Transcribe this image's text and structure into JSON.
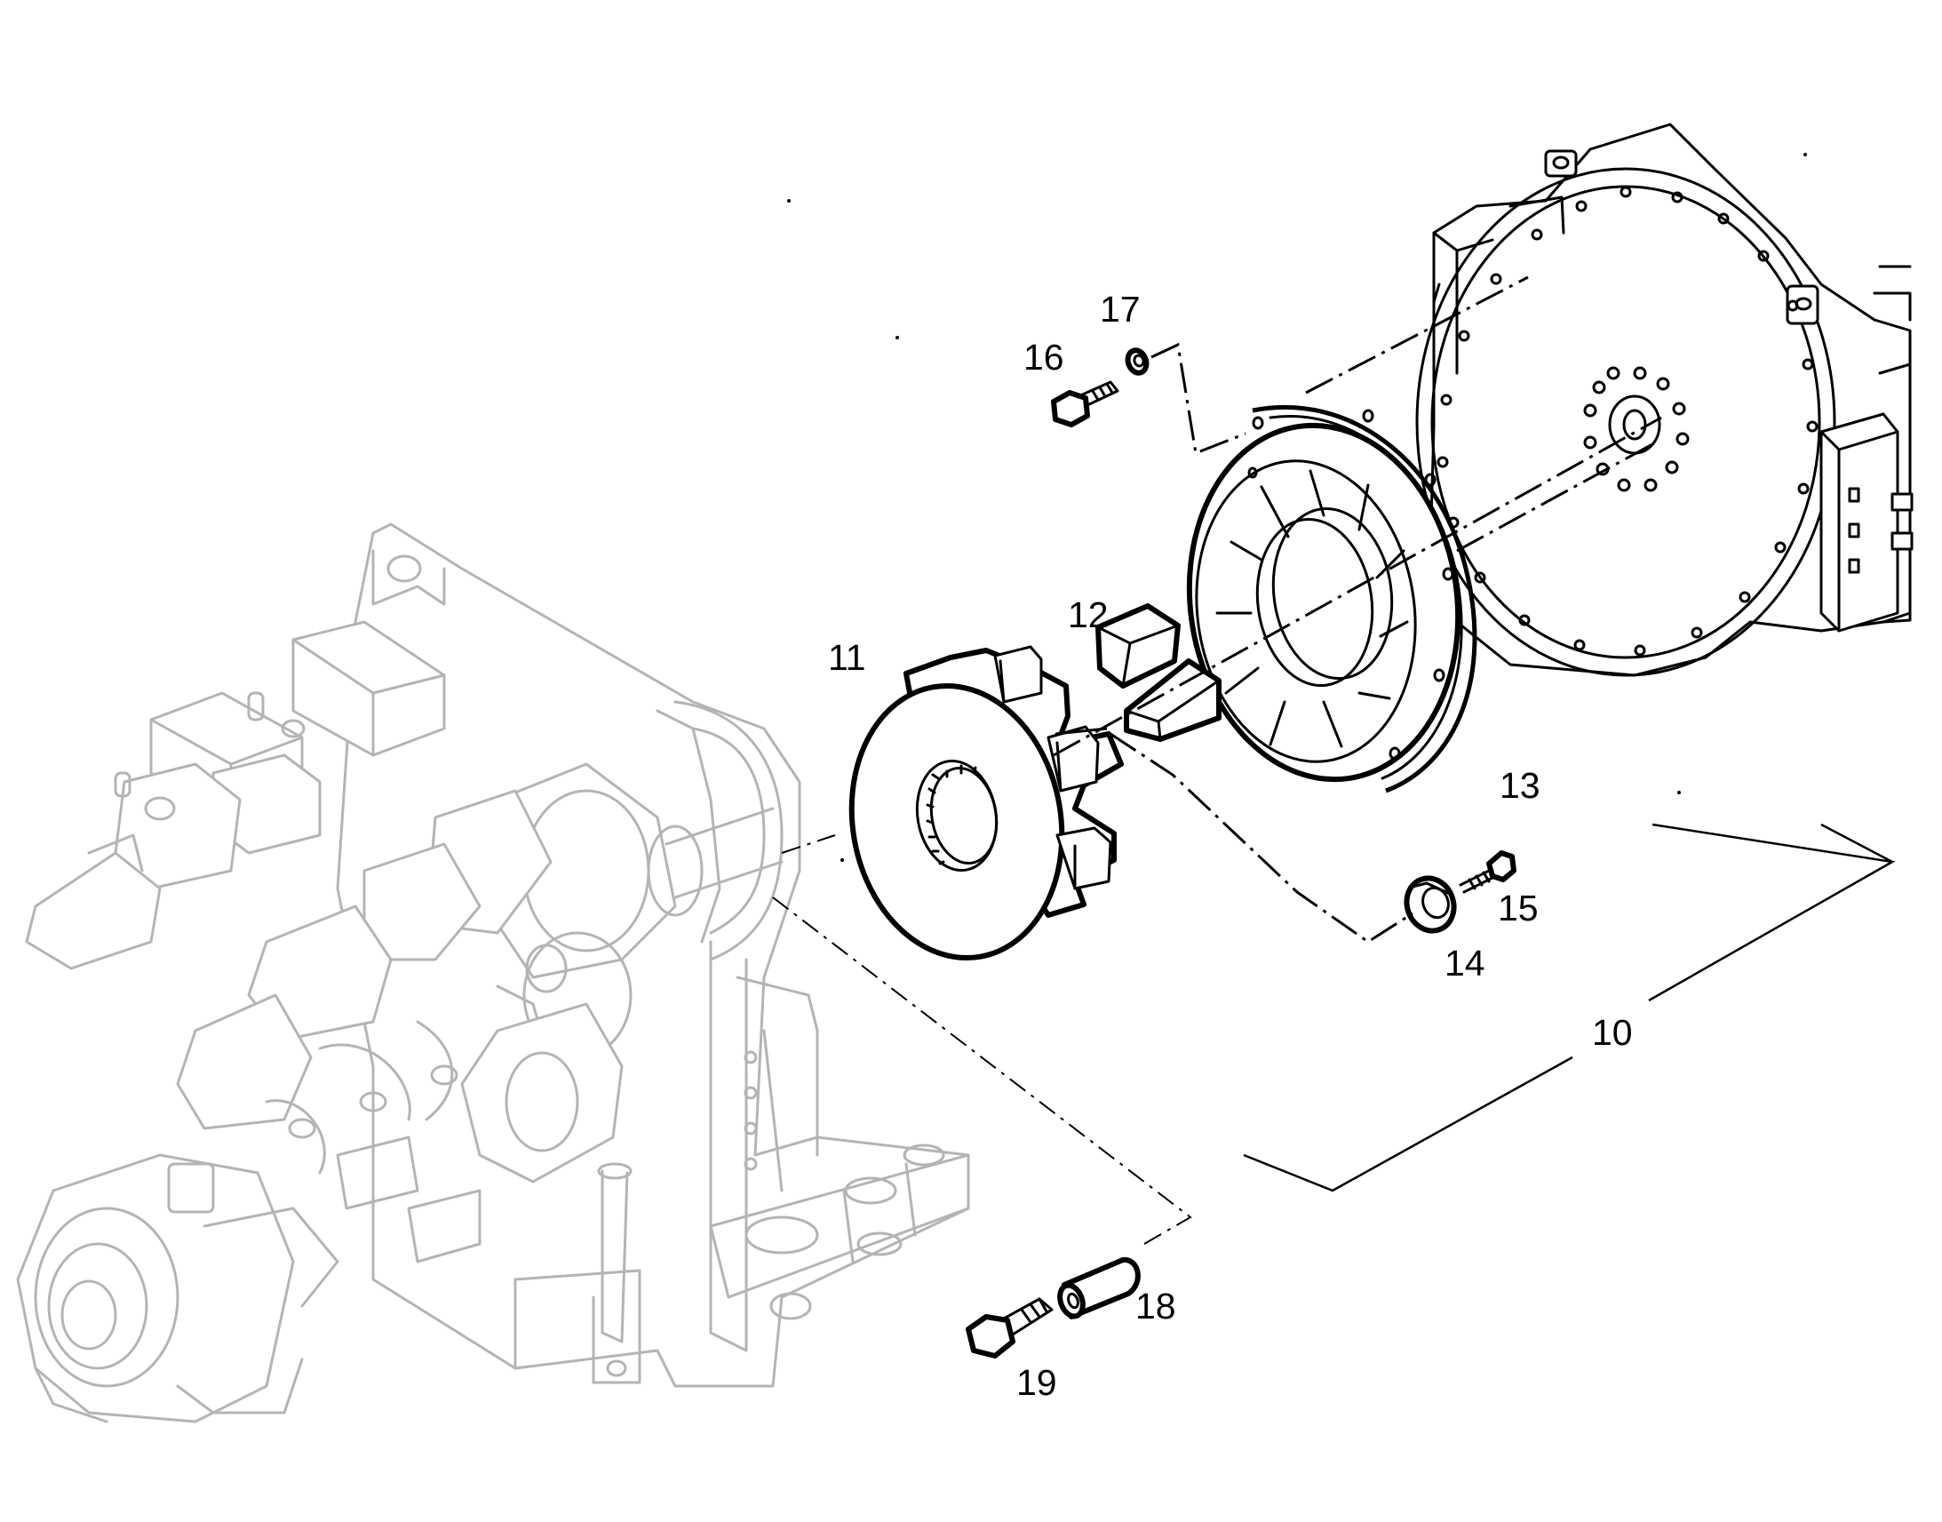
{
  "labels": {
    "p10": "10",
    "p11": "11",
    "p12": "12",
    "p13": "13",
    "p14": "14",
    "p15": "15",
    "p16": "16",
    "p17": "17",
    "p18": "18",
    "p19": "19"
  },
  "colors": {
    "ink": "#000000",
    "ghost_outline": "#b4b4b4",
    "background": "#ffffff"
  }
}
